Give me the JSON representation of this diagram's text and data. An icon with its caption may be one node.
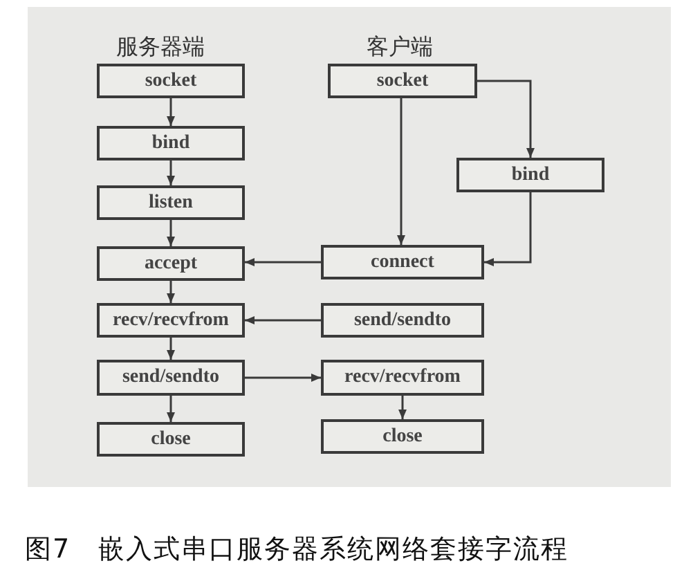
{
  "diagram": {
    "caption": "图7　嵌入式串口服务器系统网络套接字流程",
    "nodes": [
      {
        "text": [
          "socket"
        ]
      },
      {
        "text": [
          "bind"
        ]
      },
      {
        "text": [
          "listen"
        ]
      },
      {
        "text": [
          "accept"
        ]
      },
      {
        "text": [
          "recv/recvfrom"
        ]
      },
      {
        "text": [
          "send/sendto"
        ]
      },
      {
        "text": [
          "close"
        ]
      },
      {
        "text": [
          "socket"
        ]
      },
      {
        "text": [
          "bind"
        ]
      },
      {
        "text": [
          "connect"
        ]
      },
      {
        "text": [
          "send/sendto"
        ]
      },
      {
        "text": [
          "recv/recvfrom"
        ]
      },
      {
        "text": [
          "close"
        ]
      }
    ],
    "edges": [
      {
        "from": 0,
        "to": 1,
        "arrow": "to"
      },
      {
        "from": 1,
        "to": 2,
        "arrow": "to"
      },
      {
        "from": 2,
        "to": 3,
        "arrow": "to"
      },
      {
        "from": 3,
        "to": 4,
        "arrow": "to"
      },
      {
        "from": 4,
        "to": 5,
        "arrow": "to"
      },
      {
        "from": 5,
        "to": 6,
        "arrow": "to"
      },
      {
        "from": 7,
        "to": 9,
        "arrow": "to"
      },
      {
        "from": 7,
        "to": 8,
        "arrow": "to"
      },
      {
        "from": 8,
        "to": 9,
        "arrow": "to"
      },
      {
        "from": 9,
        "to": 3,
        "arrow": "to"
      },
      {
        "from": 10,
        "to": 4,
        "arrow": "to"
      },
      {
        "from": 5,
        "to": 11,
        "arrow": "to"
      },
      {
        "from": 11,
        "to": 12,
        "arrow": "to"
      }
    ],
    "labels": [
      "服务器端",
      "客户端"
    ]
  }
}
